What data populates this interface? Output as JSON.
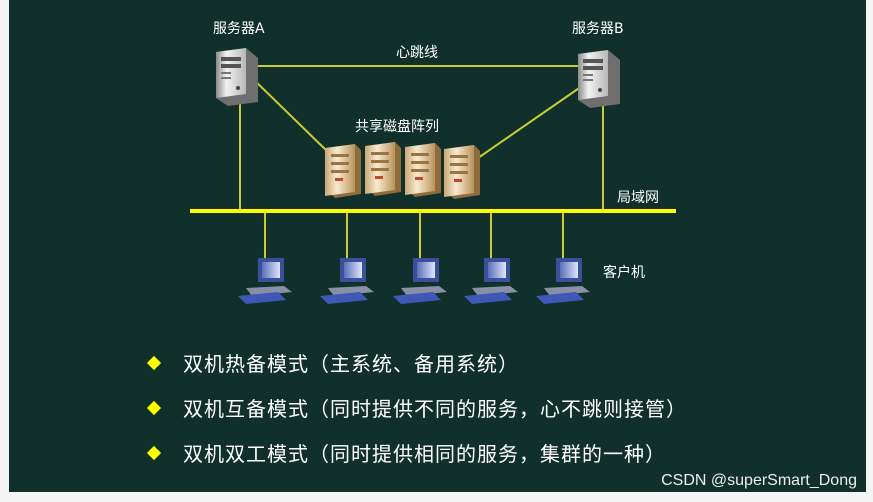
{
  "diagram": {
    "server_a": "服务器A",
    "server_b": "服务器B",
    "heartbeat": "心跳线",
    "shared_disk": "共享磁盘阵列",
    "lan": "局域网",
    "clients": "客户机"
  },
  "bullets": [
    "双机热备模式（主系统、备用系统）",
    "双机互备模式（同时提供不同的服务，心不跳则接管）",
    "双机双工模式（同时提供相同的服务，集群的一种）"
  ],
  "watermark": "CSDN @superSmart_Dong",
  "colors": {
    "background": "#11302b",
    "line": "#cccc33",
    "bus": "#ffff00",
    "bullet": "#ffff00",
    "text": "#ffffff"
  }
}
